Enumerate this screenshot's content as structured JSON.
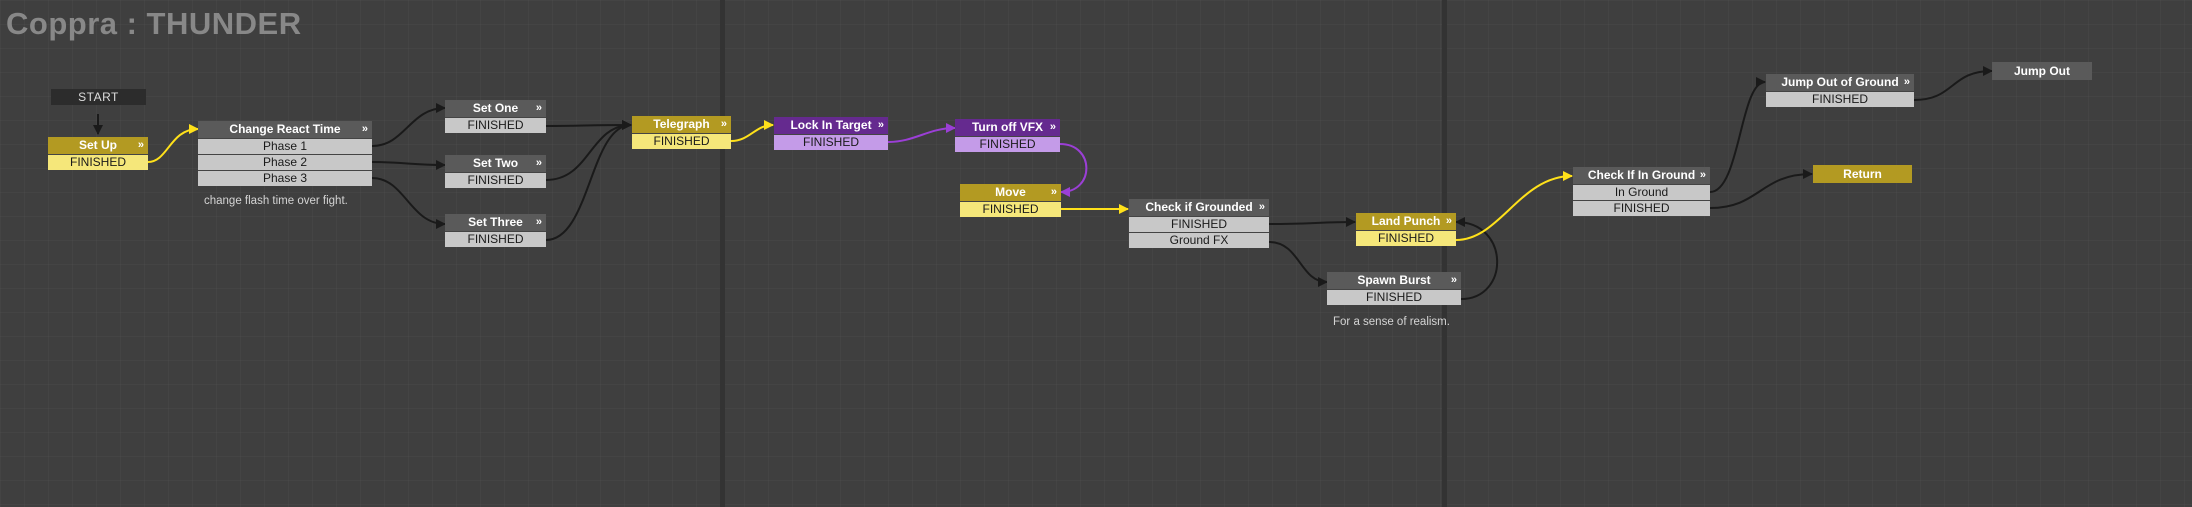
{
  "window": {
    "title": "Coppra : THUNDER"
  },
  "colors": {
    "wire_default": "#1a1a1a",
    "wire_active": "#ffe11a",
    "wire_purple": "#9b3fd6",
    "node_gray": "#5a5a5a",
    "node_gold": "#b39a22",
    "node_purple": "#652a8f"
  },
  "start_label": "START",
  "nodes": {
    "set_up": {
      "title": "Set Up",
      "events": [
        "FINISHED"
      ]
    },
    "change_react_time": {
      "title": "Change React Time",
      "events": [
        "Phase 1",
        "Phase 2",
        "Phase 3"
      ]
    },
    "set_one": {
      "title": "Set One",
      "events": [
        "FINISHED"
      ]
    },
    "set_two": {
      "title": "Set Two",
      "events": [
        "FINISHED"
      ]
    },
    "set_three": {
      "title": "Set Three",
      "events": [
        "FINISHED"
      ]
    },
    "telegraph": {
      "title": "Telegraph",
      "events": [
        "FINISHED"
      ]
    },
    "lock_in_target": {
      "title": "Lock In Target",
      "events": [
        "FINISHED"
      ]
    },
    "turn_off_vfx": {
      "title": "Turn off VFX",
      "events": [
        "FINISHED"
      ]
    },
    "move": {
      "title": "Move",
      "events": [
        "FINISHED"
      ]
    },
    "check_if_grounded": {
      "title": "Check if Grounded",
      "events": [
        "FINISHED",
        "Ground FX"
      ]
    },
    "land_punch": {
      "title": "Land Punch",
      "events": [
        "FINISHED"
      ]
    },
    "spawn_burst": {
      "title": "Spawn Burst",
      "events": [
        "FINISHED"
      ]
    },
    "check_if_in_ground": {
      "title": "Check If In Ground",
      "events": [
        "In Ground",
        "FINISHED"
      ]
    },
    "jump_out_of_ground": {
      "title": "Jump Out of Ground",
      "events": [
        "FINISHED"
      ]
    },
    "jump_out": {
      "title": "Jump Out"
    },
    "return": {
      "title": "Return"
    }
  },
  "comments": {
    "change_react_time": "change flash time over fight.",
    "spawn_burst": "For a sense of realism."
  },
  "icons": {
    "node_collapse": "chevron-double-right-icon"
  }
}
